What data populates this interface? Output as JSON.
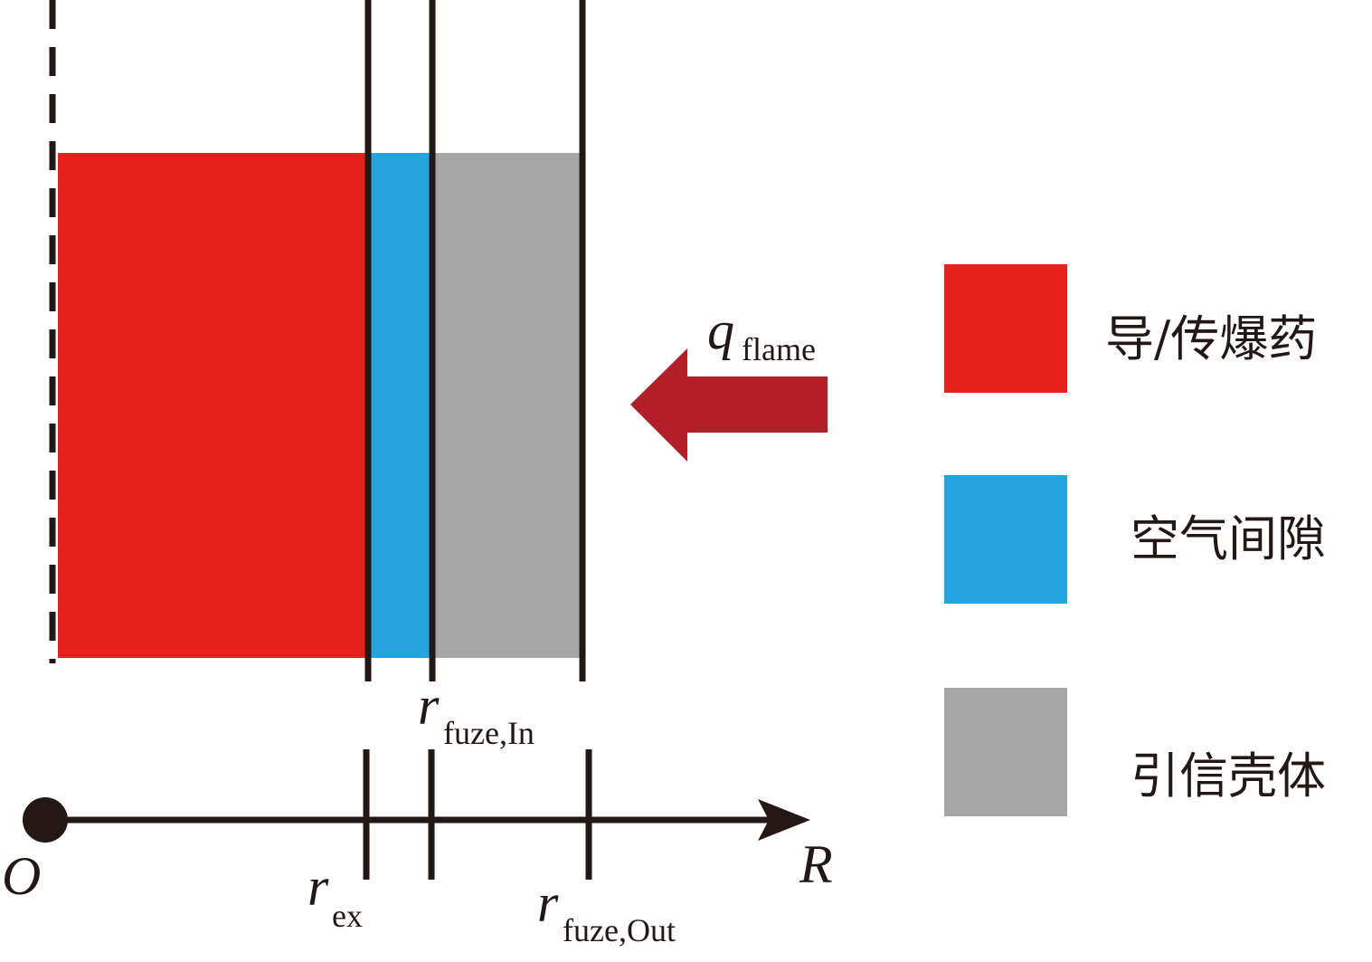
{
  "colors": {
    "explosive": "#E6211C",
    "air_gap": "#25A5DF",
    "fuze_shell": "#A6A6A6",
    "heat_arrow": "#B41E26",
    "line": "#231815"
  },
  "labels": {
    "q_main": "q",
    "q_sub": "flame",
    "r_ex_main": "r",
    "r_ex_sub": "ex",
    "r_in_main": "r",
    "r_in_sub": "fuze,In",
    "r_out_main": "r",
    "r_out_sub": "fuze,Out",
    "origin": "O",
    "axis": "R"
  },
  "legend": [
    {
      "label": "导/传爆药",
      "color": "#E6211C"
    },
    {
      "label": "空气间隙",
      "color": "#25A5DF"
    },
    {
      "label": "引信壳体",
      "color": "#A6A6A6"
    }
  ]
}
